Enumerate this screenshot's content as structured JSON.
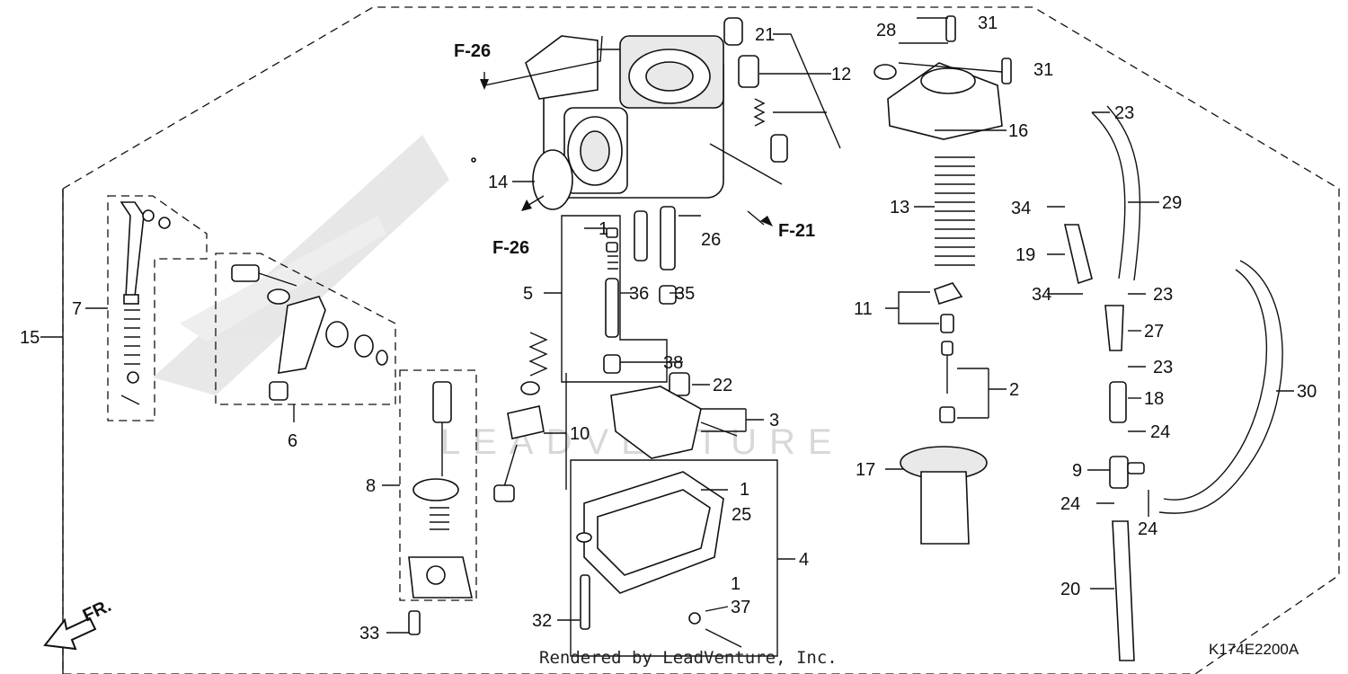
{
  "callouts": {
    "c1a": "1",
    "c1b": "1",
    "c1c": "1",
    "c2": "2",
    "c3": "3",
    "c4": "4",
    "c5": "5",
    "c6": "6",
    "c7": "7",
    "c8": "8",
    "c9": "9",
    "c10": "10",
    "c11": "11",
    "c12": "12",
    "c13": "13",
    "c14": "14",
    "c15": "15",
    "c16": "16",
    "c17": "17",
    "c18": "18",
    "c19": "19",
    "c20": "20",
    "c21": "21",
    "c22": "22",
    "c23a": "23",
    "c23b": "23",
    "c23c": "23",
    "c24a": "24",
    "c24b": "24",
    "c24c": "24",
    "c25": "25",
    "c26": "26",
    "c27": "27",
    "c28": "28",
    "c29": "29",
    "c30": "30",
    "c31a": "31",
    "c31b": "31",
    "c32": "32",
    "c33": "33",
    "c34a": "34",
    "c34b": "34",
    "c35": "35",
    "c36": "36",
    "c37": "37",
    "c38": "38"
  },
  "references": {
    "f26_top": "F-26",
    "f26_bottom": "F-26",
    "f21": "F-21"
  },
  "front_marker": "FR.",
  "diagram_code": "K174E2200A",
  "credit": "Rendered by LeadVenture, Inc.",
  "watermark": "LEADVENTURE"
}
